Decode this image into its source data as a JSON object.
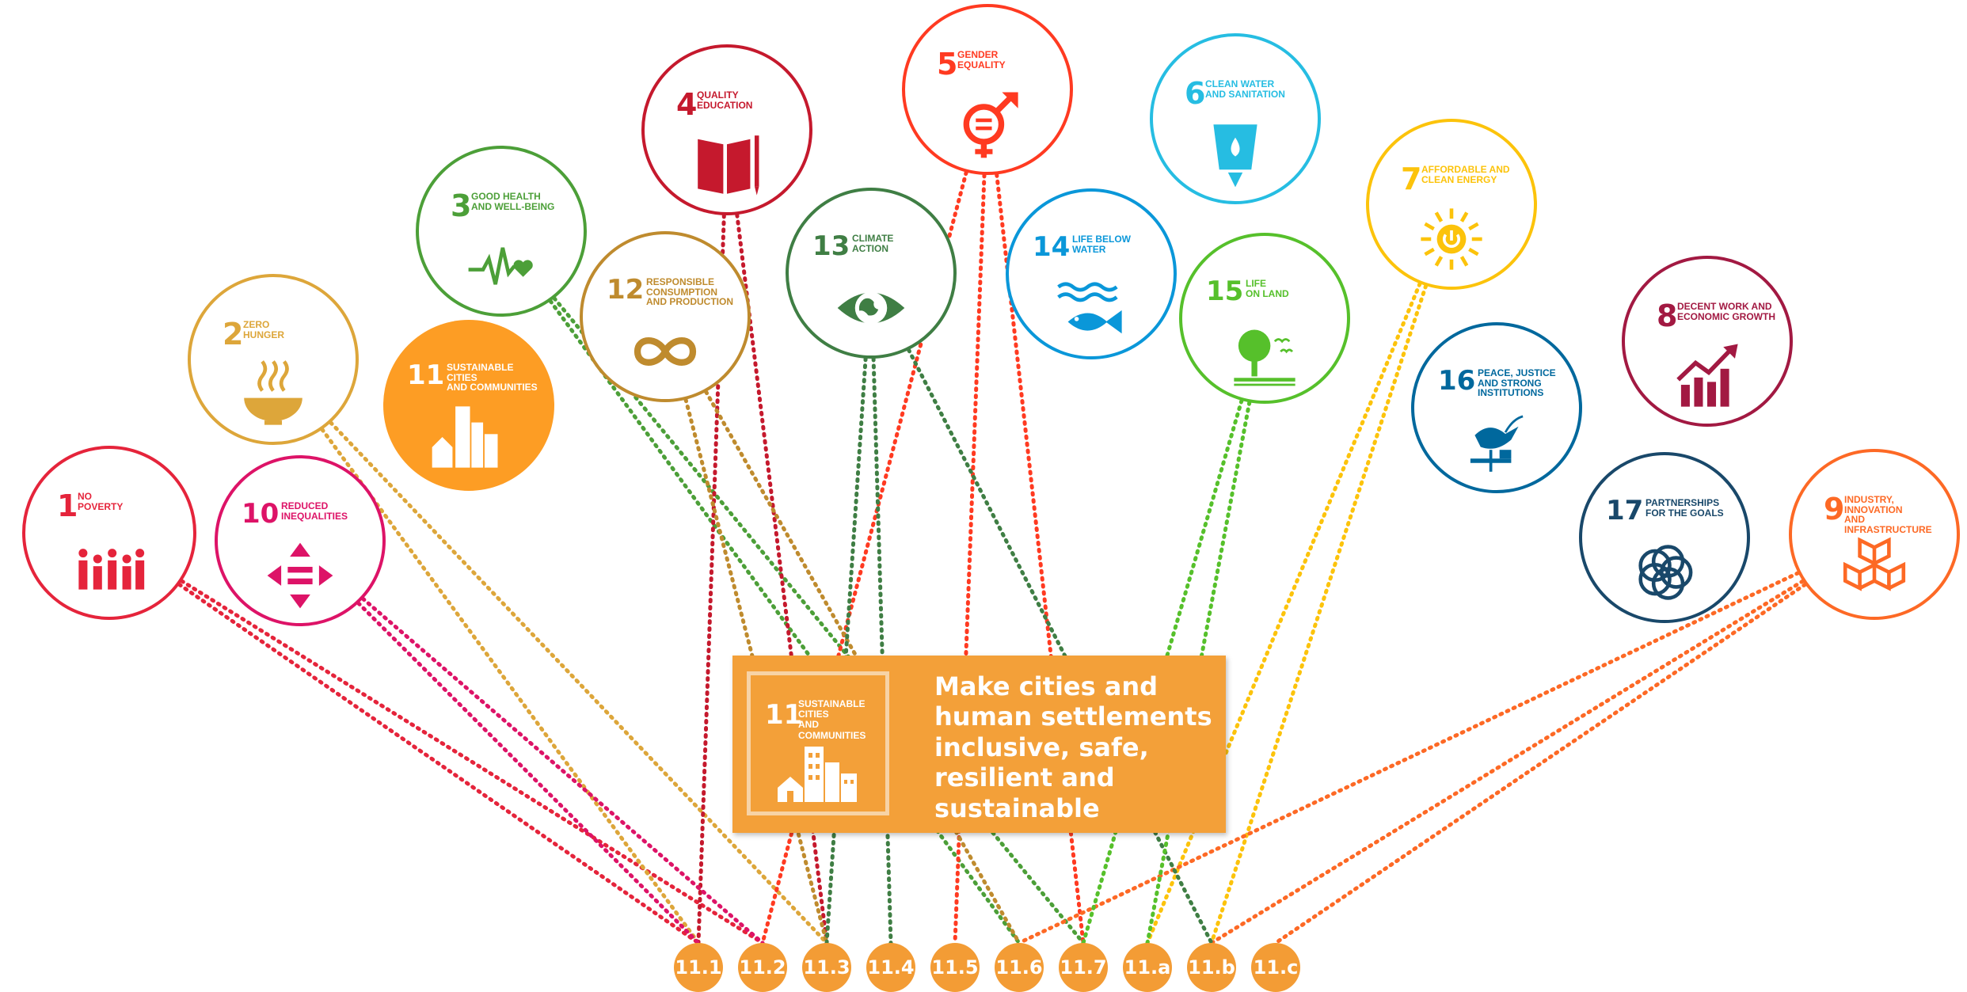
{
  "goals": [
    {
      "id": "g1",
      "num": "1",
      "label": "NO\nPOVERTY",
      "color": "#e5243b",
      "icon": "people-icon"
    },
    {
      "id": "g2",
      "num": "2",
      "label": "ZERO\nHUNGER",
      "color": "#dda63a",
      "icon": "bowl-icon"
    },
    {
      "id": "g3",
      "num": "3",
      "label": "GOOD HEALTH\nAND WELL-BEING",
      "color": "#4c9f38",
      "icon": "heartbeat-icon"
    },
    {
      "id": "g4",
      "num": "4",
      "label": "QUALITY\nEDUCATION",
      "color": "#c5192d",
      "icon": "book-icon"
    },
    {
      "id": "g5",
      "num": "5",
      "label": "GENDER\nEQUALITY",
      "color": "#ff3a21",
      "icon": "gender-icon"
    },
    {
      "id": "g6",
      "num": "6",
      "label": "CLEAN WATER\nAND SANITATION",
      "color": "#26bde2",
      "icon": "water-glass-icon"
    },
    {
      "id": "g7",
      "num": "7",
      "label": "AFFORDABLE AND\nCLEAN ENERGY",
      "color": "#fcc30b",
      "icon": "sun-power-icon"
    },
    {
      "id": "g8",
      "num": "8",
      "label": "DECENT WORK AND\nECONOMIC GROWTH",
      "color": "#a21942",
      "icon": "growth-chart-icon"
    },
    {
      "id": "g9",
      "num": "9",
      "label": "INDUSTRY, INNOVATION\nAND INFRASTRUCTURE",
      "color": "#fd6925",
      "icon": "cubes-icon"
    },
    {
      "id": "g10",
      "num": "10",
      "label": "REDUCED\nINEQUALITIES",
      "color": "#dd1367",
      "icon": "equality-arrows-icon"
    },
    {
      "id": "g11",
      "num": "11",
      "label": "SUSTAINABLE CITIES\nAND COMMUNITIES",
      "color": "#fd9d24",
      "icon": "city-icon"
    },
    {
      "id": "g12",
      "num": "12",
      "label": "RESPONSIBLE\nCONSUMPTION\nAND PRODUCTION",
      "color": "#bf8b2e",
      "icon": "infinity-icon"
    },
    {
      "id": "g13",
      "num": "13",
      "label": "CLIMATE\nACTION",
      "color": "#3f7e44",
      "icon": "eye-globe-icon"
    },
    {
      "id": "g14",
      "num": "14",
      "label": "LIFE BELOW\nWATER",
      "color": "#0a97d9",
      "icon": "fish-icon"
    },
    {
      "id": "g15",
      "num": "15",
      "label": "LIFE\nON LAND",
      "color": "#56c02b",
      "icon": "tree-birds-icon"
    },
    {
      "id": "g16",
      "num": "16",
      "label": "PEACE, JUSTICE\nAND STRONG\nINSTITUTIONS",
      "color": "#00689d",
      "icon": "dove-gavel-icon"
    },
    {
      "id": "g17",
      "num": "17",
      "label": "PARTNERSHIPS\nFOR THE GOALS",
      "color": "#19486a",
      "icon": "rings-icon"
    }
  ],
  "center": {
    "num": "11",
    "label": "SUSTAINABLE CITIES\nAND COMMUNITIES",
    "text": "Make cities and human settlements inclusive, safe, resilient and sustainable",
    "color": "#f3a039"
  },
  "targets": [
    "11.1",
    "11.2",
    "11.3",
    "11.4",
    "11.5",
    "11.6",
    "11.7",
    "11.a",
    "11.b",
    "11.c"
  ],
  "links": [
    {
      "goal": "g1",
      "target": "11.1"
    },
    {
      "goal": "g1",
      "target": "11.2"
    },
    {
      "goal": "g2",
      "target": "11.1"
    },
    {
      "goal": "g2",
      "target": "11.3"
    },
    {
      "goal": "g3",
      "target": "11.6"
    },
    {
      "goal": "g3",
      "target": "11.7"
    },
    {
      "goal": "g4",
      "target": "11.1"
    },
    {
      "goal": "g4",
      "target": "11.3"
    },
    {
      "goal": "g5",
      "target": "11.2"
    },
    {
      "goal": "g5",
      "target": "11.5"
    },
    {
      "goal": "g5",
      "target": "11.7"
    },
    {
      "goal": "g7",
      "target": "11.a"
    },
    {
      "goal": "g7",
      "target": "11.b"
    },
    {
      "goal": "g9",
      "target": "11.b"
    },
    {
      "goal": "g9",
      "target": "11.c"
    },
    {
      "goal": "g9",
      "target": "11.6"
    },
    {
      "goal": "g10",
      "target": "11.1"
    },
    {
      "goal": "g10",
      "target": "11.2"
    },
    {
      "goal": "g12",
      "target": "11.3"
    },
    {
      "goal": "g12",
      "target": "11.6"
    },
    {
      "goal": "g13",
      "target": "11.3"
    },
    {
      "goal": "g13",
      "target": "11.4"
    },
    {
      "goal": "g13",
      "target": "11.b"
    },
    {
      "goal": "g15",
      "target": "11.7"
    },
    {
      "goal": "g15",
      "target": "11.a"
    }
  ]
}
